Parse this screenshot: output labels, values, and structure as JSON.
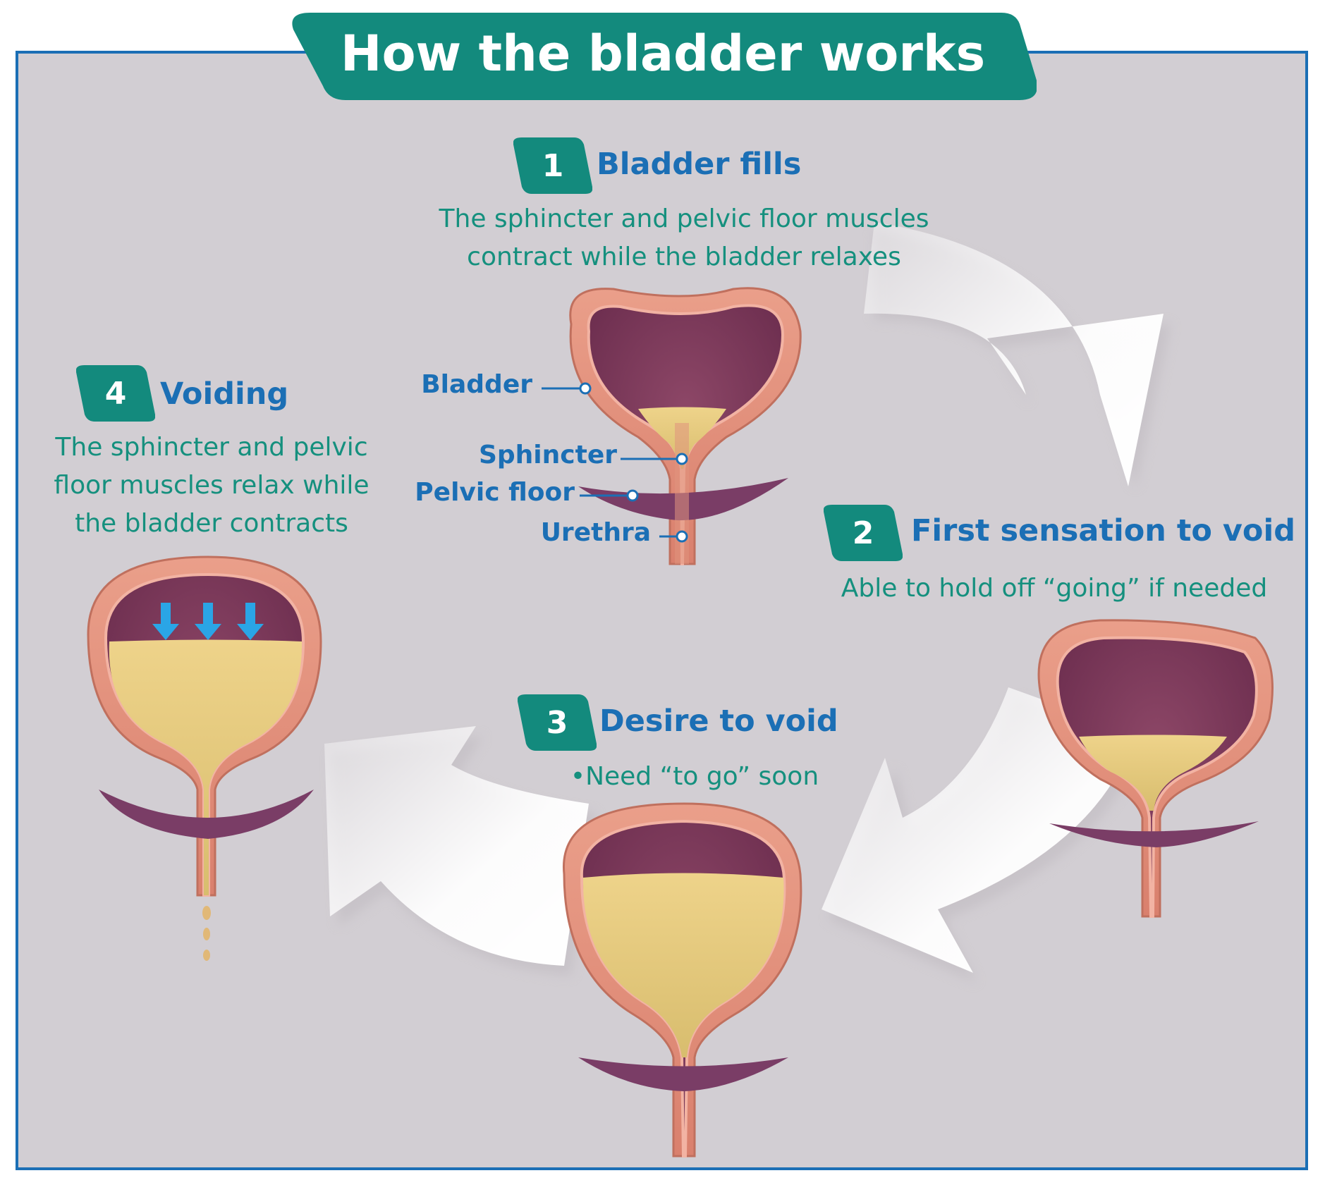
{
  "title": "How the bladder works",
  "colors": {
    "banner": "#138a7d",
    "frame_border": "#1b6fb5",
    "heading_blue": "#1b6fb5",
    "desc_green": "#15907e",
    "background": "#d2ced3",
    "bladder_wall": "#e3917c",
    "bladder_inner": "#7d3a5c",
    "urine": "#e1c87a",
    "pelvic_floor": "#7a3d66"
  },
  "steps": [
    {
      "number": "1",
      "title": "Bladder fills",
      "description_lines": [
        "The sphincter and pelvic floor muscles",
        "contract while the bladder relaxes"
      ],
      "fill_level": 0.05
    },
    {
      "number": "2",
      "title": "First sensation to void",
      "description_lines": [
        "Able to hold off “going” if needed"
      ],
      "fill_level": 0.25
    },
    {
      "number": "3",
      "title": "Desire to void",
      "description_lines": [
        "•Need “to go” soon"
      ],
      "fill_level": 0.75
    },
    {
      "number": "4",
      "title": "Voiding",
      "description_lines": [
        "The sphincter and pelvic",
        "floor muscles relax while",
        "the bladder contracts"
      ],
      "fill_level": 0.8
    }
  ],
  "anatomy_labels": {
    "bladder": "Bladder",
    "sphincter": "Sphincter",
    "pelvic_floor": "Pelvic floor",
    "urethra": "Urethra"
  }
}
